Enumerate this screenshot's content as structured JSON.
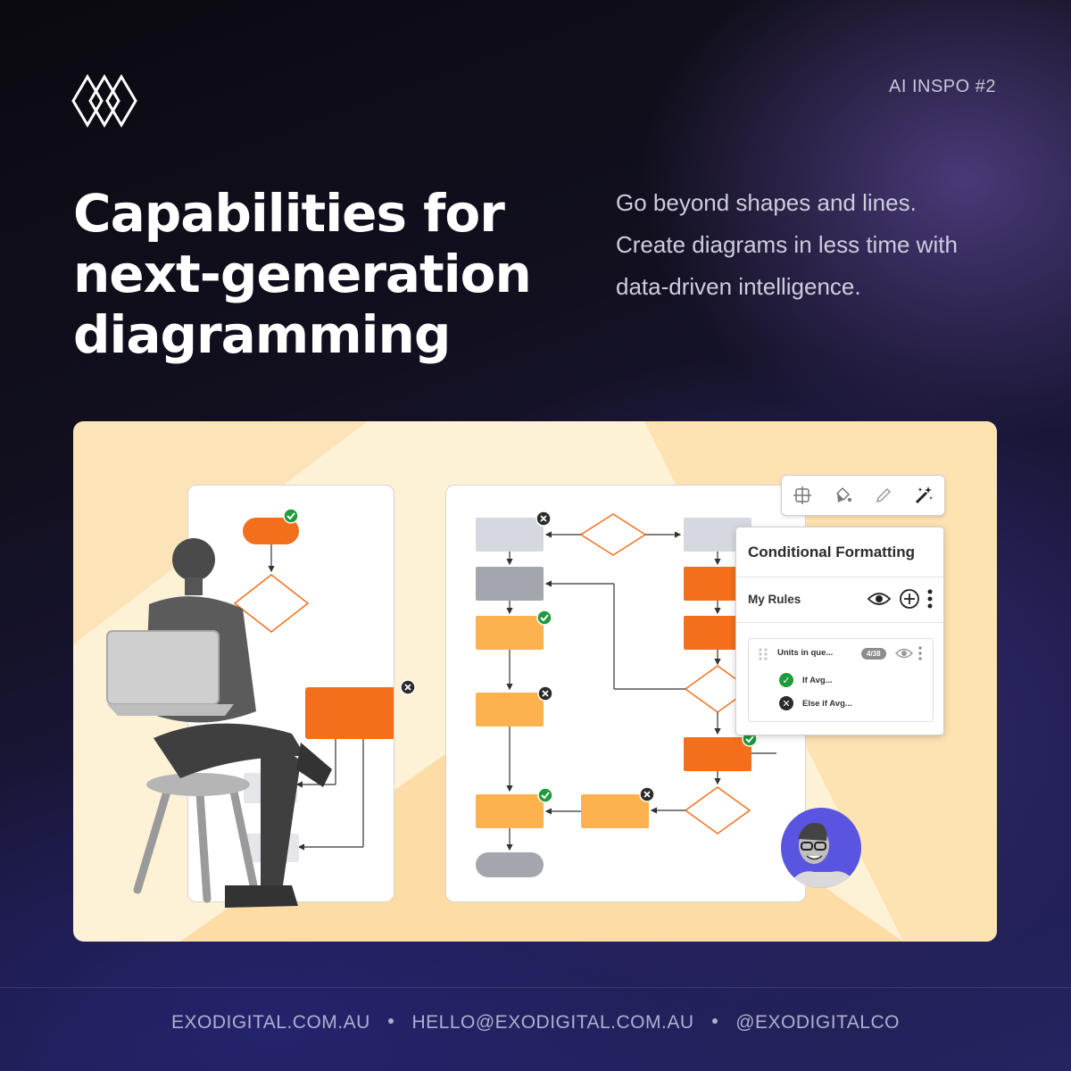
{
  "brand": {
    "tag": "AI INSPO #2",
    "logo_icon": "exo-diamond-logo-icon"
  },
  "headline": {
    "line1": "Capabilities for",
    "line2": "next-generation",
    "line3": "diagramming"
  },
  "subheadline": {
    "line1": "Go beyond shapes and lines.",
    "line2": "Create diagrams in less time with",
    "line3": "data-driven intelligence."
  },
  "toolbar": {
    "icons": [
      "frame-icon",
      "paint-bucket-icon",
      "pencil-icon",
      "magic-wand-icon"
    ]
  },
  "conditional_formatting": {
    "title": "Conditional Formatting",
    "my_rules": "My Rules",
    "rule": {
      "name": "Units in que...",
      "badge": "4/38",
      "conditions": [
        {
          "label": "If Avg...",
          "status": "check"
        },
        {
          "label": "Else if Avg...",
          "status": "cross"
        }
      ]
    }
  },
  "colors": {
    "orange": "#f36f1c",
    "light_orange": "#fdb24f",
    "gray_block": "#d5d9df",
    "dark_gray_block": "#a3a6ad",
    "check_green": "#1f9a3c",
    "panel_bg": "#fdf1d6"
  },
  "footer": {
    "website": "EXODIGITAL.COM.AU",
    "email": "HELLO@EXODIGITAL.COM.AU",
    "handle": "@EXODIGITALCO"
  }
}
